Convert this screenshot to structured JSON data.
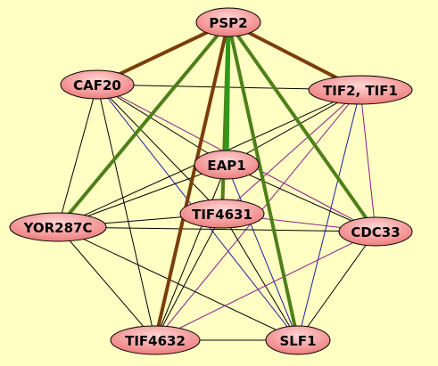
{
  "graph": {
    "colors": {
      "background": "#ffffc4",
      "node_fill_light": "#ffd6d6",
      "node_fill_dark": "#ee7d7d",
      "node_stroke": "#000000",
      "edge_black": "#000000",
      "edge_blue": "#1f1f9e",
      "edge_purple": "#8a1d8a",
      "edge_green": "#4f7f1a",
      "edge_green_bright": "#2e9a1a",
      "edge_brown": "#7a3e0b"
    },
    "nodes": [
      {
        "id": "psp2",
        "label": "PSP2"
      },
      {
        "id": "caf20",
        "label": "CAF20"
      },
      {
        "id": "tif2",
        "label": "TIF2, TIF1"
      },
      {
        "id": "eap1",
        "label": "EAP1"
      },
      {
        "id": "tif4631",
        "label": "TIF4631"
      },
      {
        "id": "yor287c",
        "label": "YOR287C"
      },
      {
        "id": "cdc33",
        "label": "CDC33"
      },
      {
        "id": "tif4632",
        "label": "TIF4632"
      },
      {
        "id": "slf1",
        "label": "SLF1"
      }
    ],
    "edges": [
      {
        "source": "caf20",
        "target": "tif2",
        "type": "black"
      },
      {
        "source": "caf20",
        "target": "eap1",
        "type": "black"
      },
      {
        "source": "caf20",
        "target": "tif4631",
        "type": "black"
      },
      {
        "source": "caf20",
        "target": "yor287c",
        "type": "black"
      },
      {
        "source": "caf20",
        "target": "cdc33",
        "type": "purple"
      },
      {
        "source": "caf20",
        "target": "tif4632",
        "type": "black"
      },
      {
        "source": "caf20",
        "target": "slf1",
        "type": "blue"
      },
      {
        "source": "tif2",
        "target": "eap1",
        "type": "black"
      },
      {
        "source": "tif2",
        "target": "tif4631",
        "type": "purple"
      },
      {
        "source": "tif2",
        "target": "yor287c",
        "type": "black"
      },
      {
        "source": "tif2",
        "target": "cdc33",
        "type": "purple"
      },
      {
        "source": "tif2",
        "target": "tif4632",
        "type": "purple"
      },
      {
        "source": "tif2",
        "target": "slf1",
        "type": "blue"
      },
      {
        "source": "eap1",
        "target": "yor287c",
        "type": "black"
      },
      {
        "source": "eap1",
        "target": "cdc33",
        "type": "black"
      },
      {
        "source": "eap1",
        "target": "tif4632",
        "type": "black"
      },
      {
        "source": "eap1",
        "target": "slf1",
        "type": "blue"
      },
      {
        "source": "tif4631",
        "target": "yor287c",
        "type": "black"
      },
      {
        "source": "tif4631",
        "target": "cdc33",
        "type": "purple"
      },
      {
        "source": "tif4631",
        "target": "tif4632",
        "type": "black"
      },
      {
        "source": "tif4631",
        "target": "slf1",
        "type": "black"
      },
      {
        "source": "yor287c",
        "target": "cdc33",
        "type": "black"
      },
      {
        "source": "yor287c",
        "target": "tif4632",
        "type": "black"
      },
      {
        "source": "yor287c",
        "target": "slf1",
        "type": "black"
      },
      {
        "source": "cdc33",
        "target": "tif4632",
        "type": "purple"
      },
      {
        "source": "cdc33",
        "target": "slf1",
        "type": "black"
      },
      {
        "source": "tif4632",
        "target": "slf1",
        "type": "black"
      },
      {
        "source": "psp2",
        "target": "eap1",
        "type": "green_bright"
      },
      {
        "source": "psp2",
        "target": "tif4631",
        "type": "green"
      },
      {
        "source": "psp2",
        "target": "yor287c",
        "type": "green"
      },
      {
        "source": "psp2",
        "target": "cdc33",
        "type": "green"
      },
      {
        "source": "psp2",
        "target": "slf1",
        "type": "green"
      },
      {
        "source": "psp2",
        "target": "caf20",
        "type": "brown"
      },
      {
        "source": "psp2",
        "target": "tif2",
        "type": "brown"
      },
      {
        "source": "psp2",
        "target": "tif4632",
        "type": "brown"
      }
    ]
  }
}
